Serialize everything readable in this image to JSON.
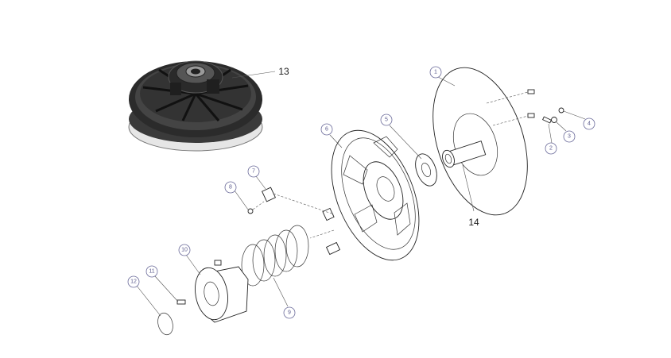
{
  "callouts": [
    {
      "id": "c1",
      "label": "1"
    },
    {
      "id": "c2",
      "label": "2"
    },
    {
      "id": "c3",
      "label": "3"
    },
    {
      "id": "c4",
      "label": "4"
    },
    {
      "id": "c5",
      "label": "5"
    },
    {
      "id": "c6",
      "label": "6"
    },
    {
      "id": "c7",
      "label": "7"
    },
    {
      "id": "c8",
      "label": "8"
    },
    {
      "id": "c9",
      "label": "9"
    },
    {
      "id": "c10",
      "label": "10"
    },
    {
      "id": "c11",
      "label": "11"
    },
    {
      "id": "c12",
      "label": "12"
    }
  ],
  "labels": {
    "assembly": "13",
    "bushing": "14"
  }
}
